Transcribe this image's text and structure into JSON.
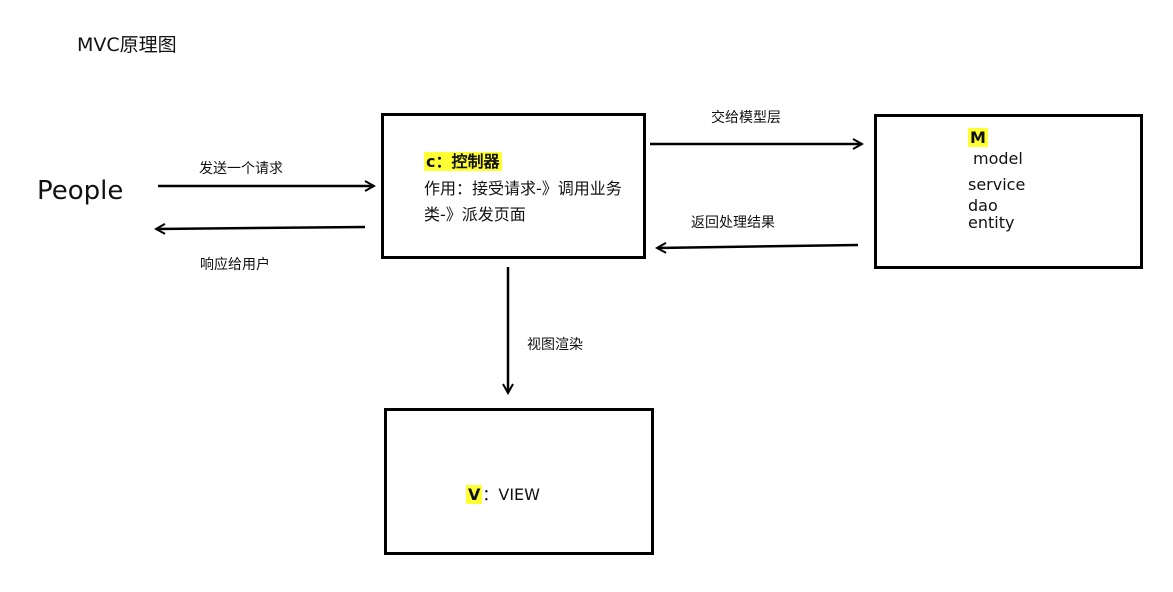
{
  "title": "MVC原理图",
  "actor": "People",
  "edges": {
    "request": "发送一个请求",
    "respond": "响应给用户",
    "to_model": "交给模型层",
    "from_model": "返回处理结果",
    "render_view": "视图渲染"
  },
  "controller": {
    "letter_label": "c：控制器",
    "description": "作用：接受请求-》调用业务类-》派发页面"
  },
  "model": {
    "letter": "M",
    "items": [
      "model",
      "service",
      "dao",
      "entity"
    ]
  },
  "view": {
    "letter": "V",
    "label": "：VIEW"
  },
  "colors": {
    "highlight": "#ffff33",
    "stroke": "#000000"
  }
}
